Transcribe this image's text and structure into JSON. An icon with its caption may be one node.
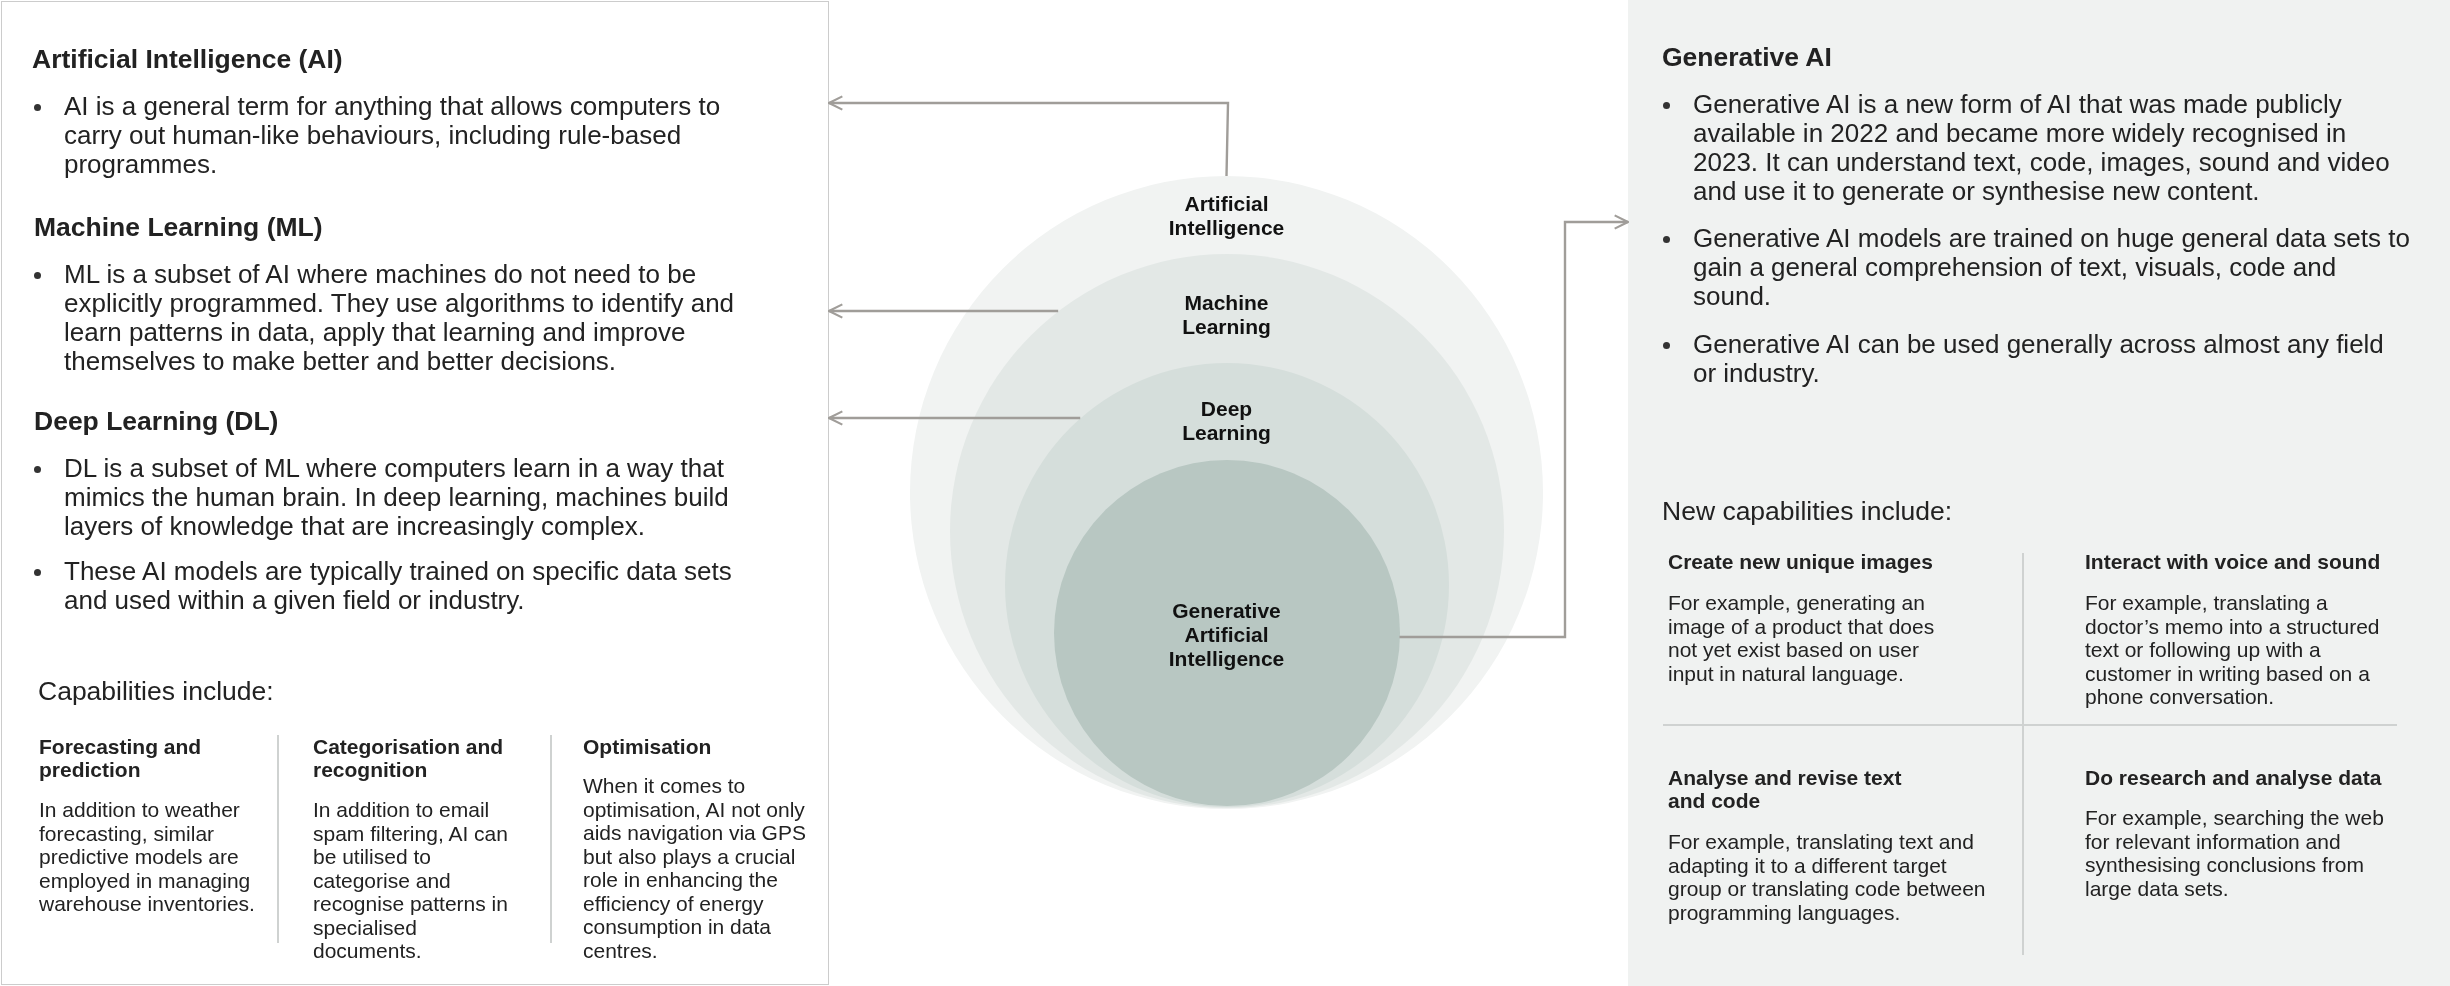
{
  "diagram": {
    "nodes": [
      {
        "text": [
          "Artificial Intelligence (AI)",
          "AI is a general term for anything that allows computers to carry out human-like behaviours, including rule-based programmes.",
          "Machine Learning (ML)",
          "ML is a subset of AI where machines do not need to be explicitly programmed. They use algorithms to identify and learn patterns in data, apply that learning and improve themselves to make better and better decisions.",
          "Deep Learning (DL)",
          "DL is a subset of ML where computers learn in a way that mimics the human brain. In deep learning, machines build layers of knowledge that are increasingly complex.",
          "These AI models are typically trained on specific data sets and used within a given field or industry.",
          "Capabilities include:",
          "Forecasting and prediction",
          "In addition to weather forecasting, similar predictive models are employed in managing warehouse inventories.",
          "Categorisation and recognition",
          "In addition to email spam filtering, AI can be utilised to categorise and recognise patterns in specialised documents.",
          "Optimisation",
          "When it comes to optimisation, AI not only aids navigation via GPS but also plays a crucial role in enhancing the efficiency of energy consumption in data centres."
        ]
      },
      {
        "text": [
          "Artificial Intelligence"
        ]
      },
      {
        "text": [
          "Machine Learning"
        ],
        "in": 1
      },
      {
        "text": [
          "Deep Learning"
        ],
        "in": 2
      },
      {
        "text": [
          "Generative Artificial Intelligence"
        ],
        "in": 3
      },
      {
        "text": [
          "Generative AI",
          "Generative AI is a new form of AI that was made publicly available in 2022 and became more widely recognised in 2023. It can understand text, code, images, sound and video and use it to generate or synthesise new content.",
          "Generative AI models are trained on huge general data sets to gain a general comprehension of text, visuals, code and sound.",
          "Generative AI can be used generally across almost any field or industry.",
          "New capabilities include:",
          "Create new unique images",
          "For example, generating an image of a product that does not yet exist based on user input in natural language.",
          "Interact with voice and sound",
          "For example, translating a doctor’s memo into a structured text or following up with a customer in writing based on a phone conversation.",
          "Analyse and revise text and code",
          "For example, translating text and adapting it to a different target group or translating code between programming languages.",
          "Do research and analyse data",
          "For example, searching the web for relevant information and synthesising conclusions from large data sets."
        ]
      }
    ],
    "edges": [
      {
        "from": 1,
        "to": 0,
        "arrow": "to"
      },
      {
        "from": 2,
        "to": 0,
        "arrow": "to"
      },
      {
        "from": 3,
        "to": 0,
        "arrow": "to"
      },
      {
        "from": 4,
        "to": 5,
        "arrow": "to"
      }
    ]
  }
}
